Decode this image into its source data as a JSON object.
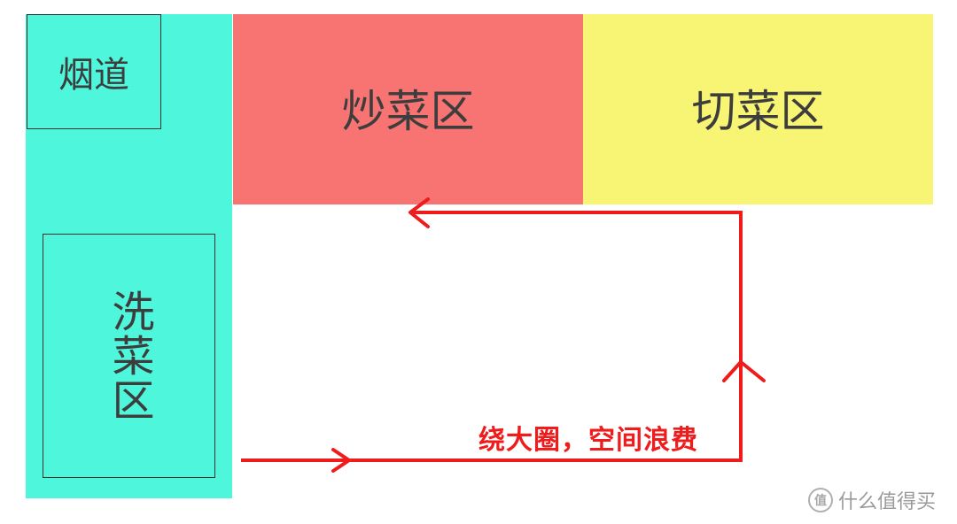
{
  "zones": {
    "chimney": {
      "label": "烟道",
      "color": "#ffffff"
    },
    "wash": {
      "label": "洗菜区",
      "color": "#4ef6dc"
    },
    "stir_fry": {
      "label": "炒菜区",
      "color": "#f77473"
    },
    "cutting": {
      "label": "切菜区",
      "color": "#f8f474"
    }
  },
  "annotation": {
    "text": "绕大圈，空间浪费",
    "color": "#ee1c1c"
  },
  "flow_path": {
    "color": "#ee1c1c",
    "description_icon": "arrow-icon"
  },
  "watermark": {
    "logo_text": "值",
    "text": "什么值得买"
  }
}
